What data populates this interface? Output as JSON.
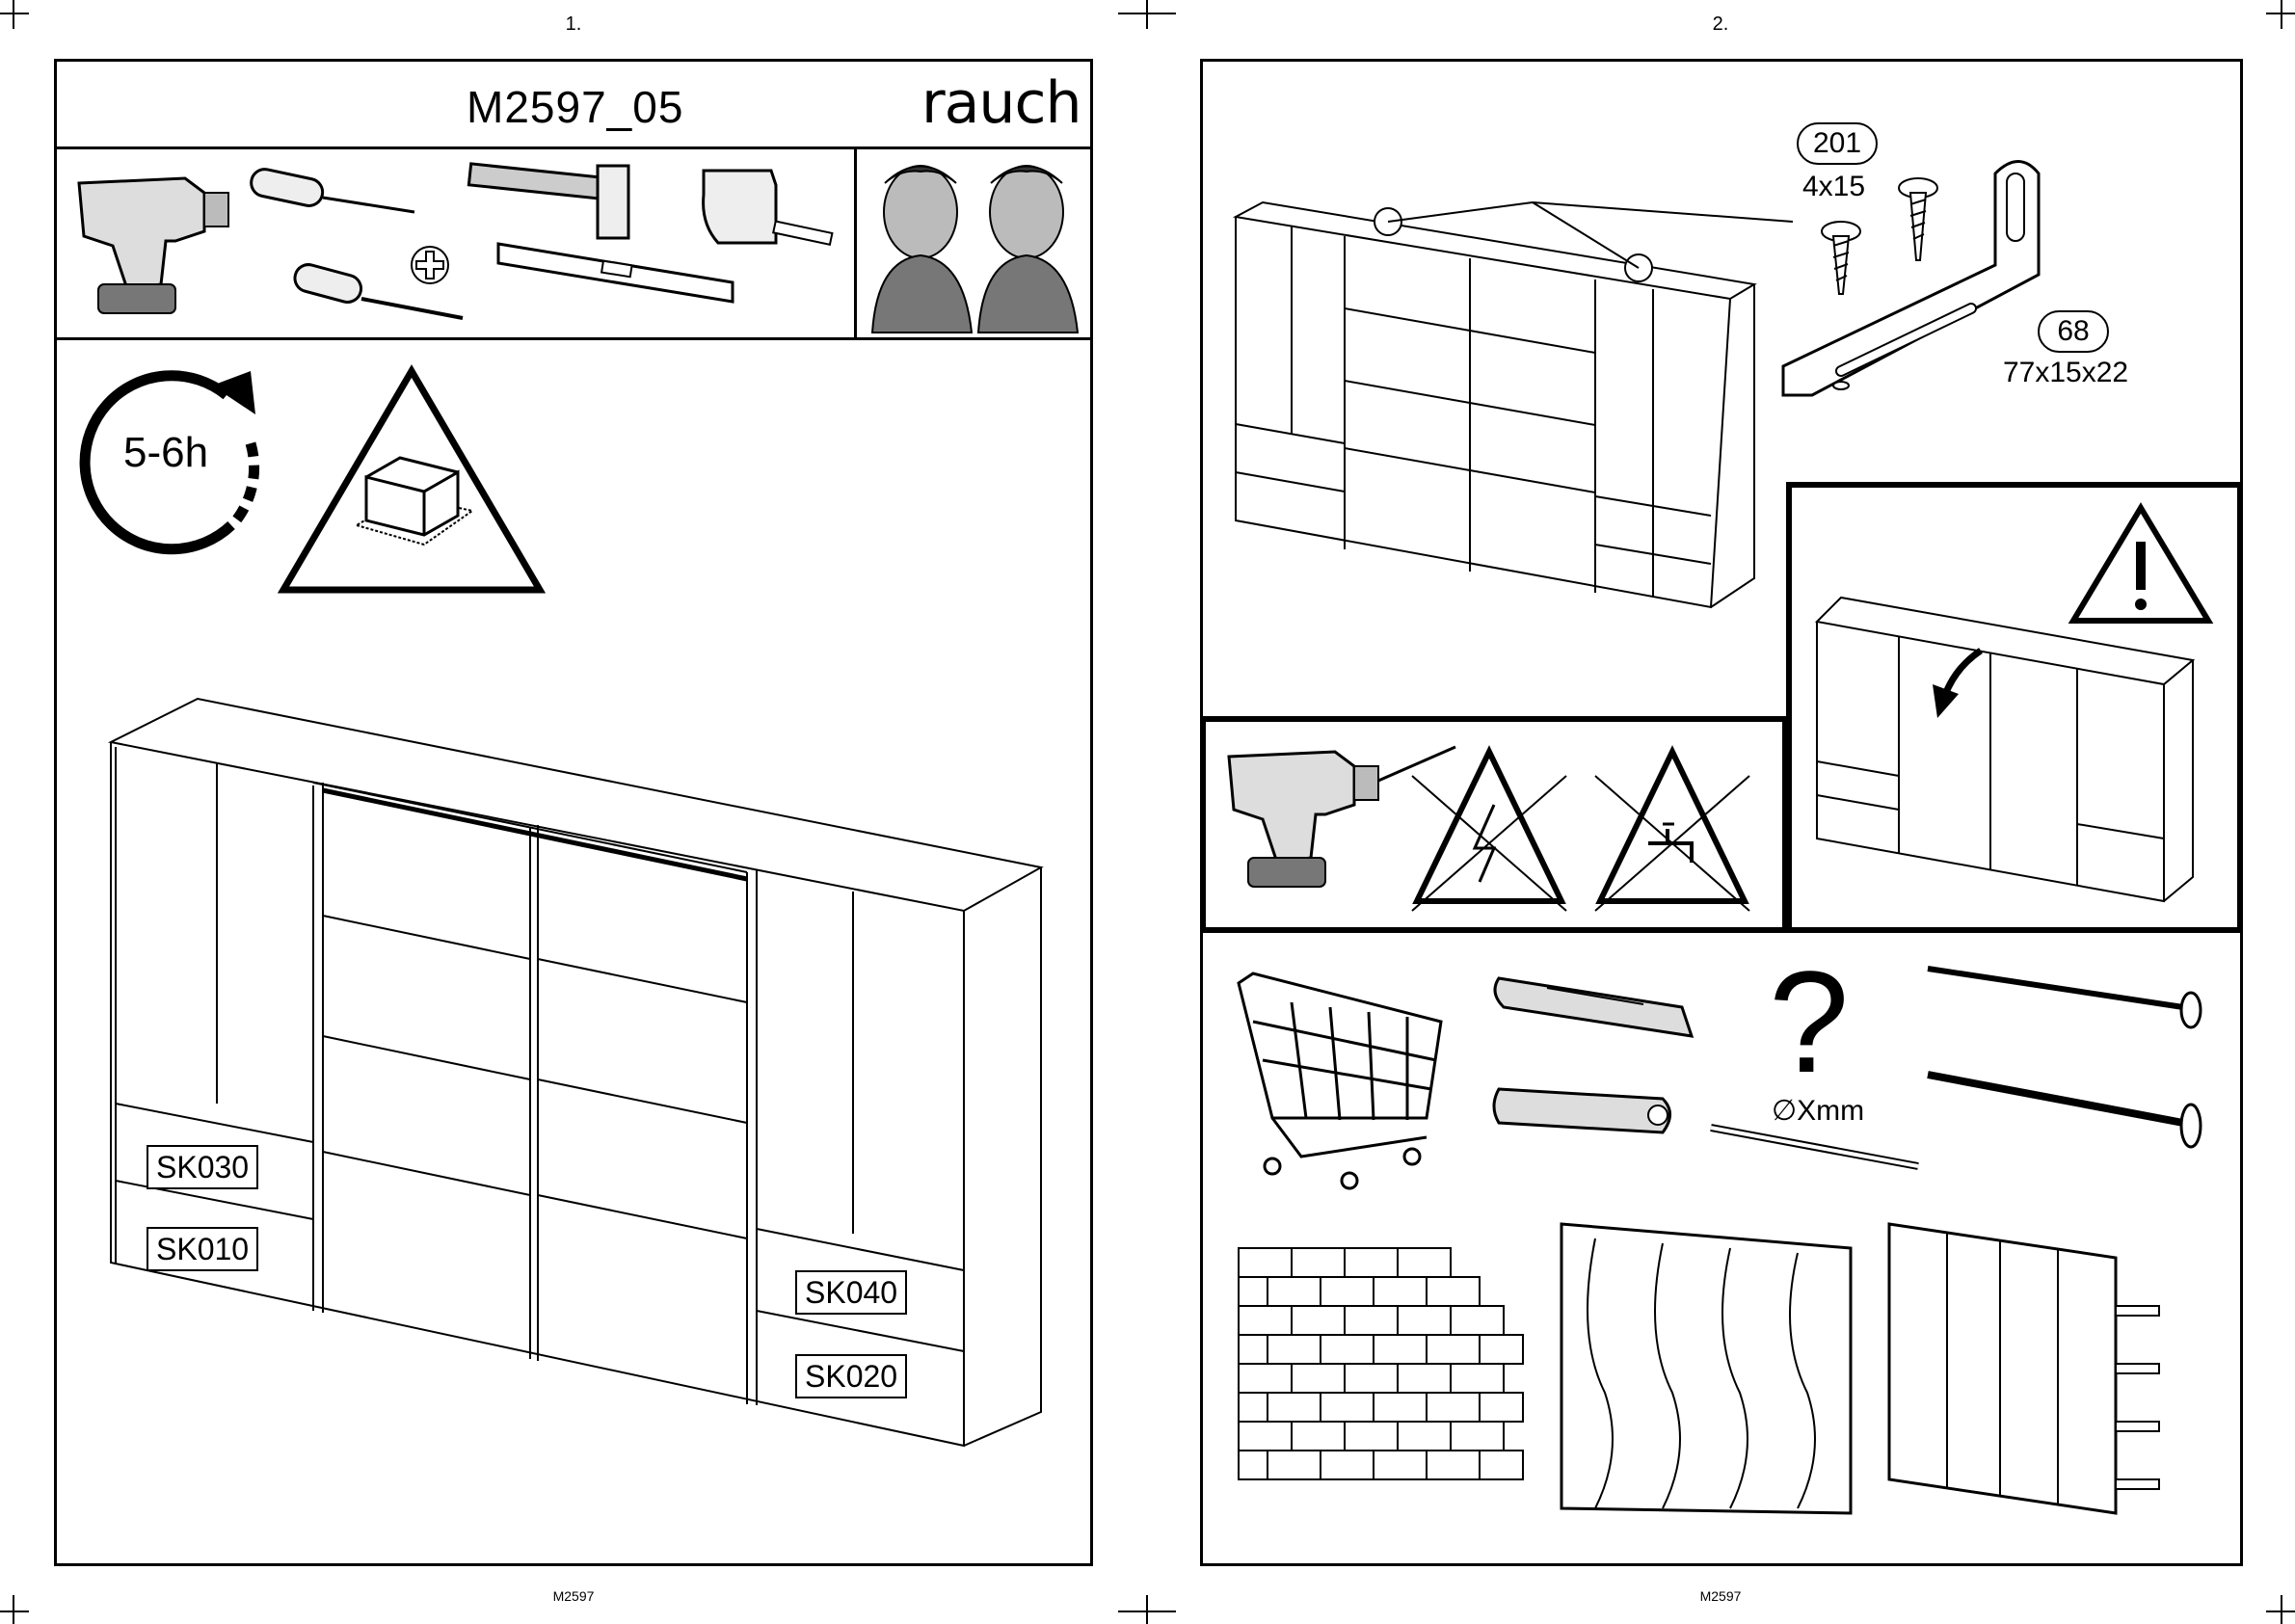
{
  "pages": [
    {
      "number": "1.",
      "footer": "M2597"
    },
    {
      "number": "2.",
      "footer": "M2597"
    }
  ],
  "header": {
    "model": "M2597_05",
    "brand": "rauch"
  },
  "tools": [
    "drill-icon",
    "awl-icon",
    "screwdriver-icon",
    "phillips-head-icon",
    "hammer-icon",
    "spirit-level-icon",
    "tape-measure-icon"
  ],
  "assembly_time": "5-6h",
  "cabinet_labels": [
    "SK030",
    "SK010",
    "SK040",
    "SK020"
  ],
  "parts": [
    {
      "id": "201",
      "spec": "4x15"
    },
    {
      "id": "68",
      "spec": "77x15x22"
    }
  ],
  "drill_size": "∅Xmm"
}
